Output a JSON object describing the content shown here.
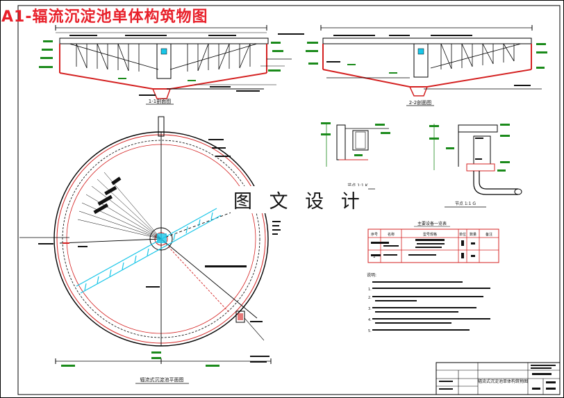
{
  "sheet_title": "A1-辐流沉淀池单体构筑物图",
  "watermark": "图 文 设 计",
  "colors": {
    "frame": "#000000",
    "structure": "#d42020",
    "annotation": "#1a8a1a",
    "highlight": "#19c6e8",
    "title": "#e8202a",
    "ink": "#111111"
  },
  "views": {
    "section_1": {
      "label": "1-1剖面图"
    },
    "section_2": {
      "label": "2-2剖面图"
    },
    "plan": {
      "label": "辐流式沉淀池平面图"
    },
    "detail_1": {
      "label": "节点 1:1 K"
    },
    "detail_2": {
      "label": "节点 1:1 G"
    }
  },
  "table": {
    "title": "主要设备一览表",
    "headers": [
      "序号",
      "名称",
      "型号规格",
      "单位",
      "数量",
      "备注"
    ],
    "rows": [
      {
        "no": "1",
        "name": "",
        "spec": "",
        "unit": "",
        "qty": "",
        "note": ""
      },
      {
        "no": "2",
        "name": "",
        "spec": "",
        "unit": "",
        "qty": "",
        "note": ""
      }
    ]
  },
  "notes": {
    "heading": "说明:",
    "items": [
      "1.",
      "2.",
      "3.",
      "4.",
      "5."
    ]
  },
  "title_block": {
    "drawing_name": "辐流式沉淀池单体构筑物图"
  }
}
